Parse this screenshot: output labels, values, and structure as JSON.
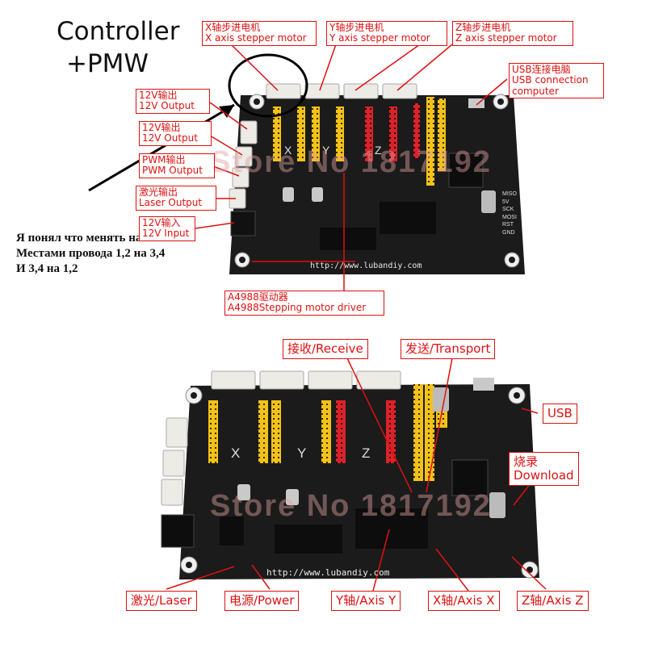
{
  "annotation": {
    "title_line1": "Controller",
    "title_line2": "+PMW",
    "note_lines": [
      "Я понял что менять на оси X",
      "Местами провода 1,2 на 3,4",
      "И 3,4 на 1,2"
    ]
  },
  "top_board": {
    "labels": {
      "x_motor": [
        "X轴步进电机",
        "X axis stepper motor"
      ],
      "y_motor": [
        "Y轴步进电机",
        "Y axis stepper motor"
      ],
      "z_motor": [
        "Z轴步进电机",
        "Z axis stepper motor"
      ],
      "usb": [
        "USB连接电脑",
        "USB connection",
        "computer"
      ],
      "out12v_1": [
        "12V输出",
        "12V Output"
      ],
      "out12v_2": [
        "12V输出",
        "12V Output"
      ],
      "pwm_out": [
        "PWM输出",
        "PWM Output"
      ],
      "laser_out": [
        "激光输出",
        "Laser Output"
      ],
      "in12v": [
        "12V输入",
        "12V Input"
      ],
      "driver": [
        "A4988驱动器",
        "A4988Stepping motor driver"
      ]
    },
    "silkscreen": {
      "url": "http://www.lubandiy.com",
      "axes": [
        "X",
        "Y",
        "Z"
      ],
      "pins": [
        "MISO",
        "5V",
        "SCK",
        "MOSI",
        "RST",
        "GND"
      ]
    }
  },
  "bottom_board": {
    "labels": {
      "receive": "接收/Receive",
      "transport": "发送/Transport",
      "usb": "USB",
      "download": [
        "烧录",
        "Download"
      ],
      "laser": "激光/Laser",
      "power": "电源/Power",
      "axis_y": "Y轴/Axis Y",
      "axis_x": "X轴/Axis X",
      "axis_z": "Z轴/Axis Z"
    },
    "silkscreen": {
      "url": "http://www.lubandiy.com",
      "axes": [
        "X",
        "Y",
        "Z"
      ]
    }
  },
  "watermark": "Store No 1817192",
  "colors": {
    "label_red": "#dd1111",
    "pcb": "#1b1b1b",
    "header_yellow": "#f2c21a",
    "header_red": "#d8232a",
    "connector_white": "#ecebe6"
  }
}
